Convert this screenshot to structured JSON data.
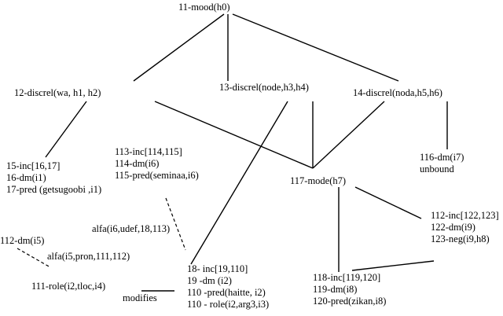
{
  "nodes": {
    "n11": {
      "lines": [
        "11-mood(h0)"
      ]
    },
    "n12": {
      "lines": [
        "12-discrel(wa, h1, h2)"
      ]
    },
    "n13": {
      "lines": [
        "13-discrel(node,h3,h4)"
      ]
    },
    "n14": {
      "lines": [
        "14-discrel(noda,h5,h6)"
      ]
    },
    "n15": {
      "lines": [
        "15-inc[16,17]",
        "16-dm(i1)",
        "17-pred (getsugoobi  ,i1)"
      ]
    },
    "n113": {
      "lines": [
        "113-inc[114,115]",
        "114-dm(i6)",
        "115-pred(seminaa,i6)"
      ]
    },
    "n116": {
      "lines": [
        "116-dm(i7)",
        "unbound"
      ]
    },
    "n117": {
      "lines": [
        "117-mode(h7)"
      ]
    },
    "nalfa1": {
      "lines": [
        "alfa(i6,udef,18,113)"
      ]
    },
    "n112a": {
      "lines": [
        "112-inc[122,123]",
        "122-dm(i9)",
        "123-neg(i9,h8)"
      ]
    },
    "n112b": {
      "lines": [
        "112-dm(i5)"
      ]
    },
    "nalfa2": {
      "lines": [
        "alfa(i5,pron,111,112)"
      ]
    },
    "n111": {
      "lines": [
        "111-role(i2,tloc,i4)"
      ]
    },
    "nmod": {
      "lines": [
        "modifies"
      ]
    },
    "n18": {
      "lines": [
        "18- inc[19,110]",
        "19 -dm (i2)",
        "110 -pred(haitte, i2)",
        "110 - role(i2,arg3,i3)"
      ]
    },
    "n118": {
      "lines": [
        "118-inc[119,120]",
        "119-dm(i8)",
        "120-pred(zikan,i8)"
      ]
    }
  }
}
